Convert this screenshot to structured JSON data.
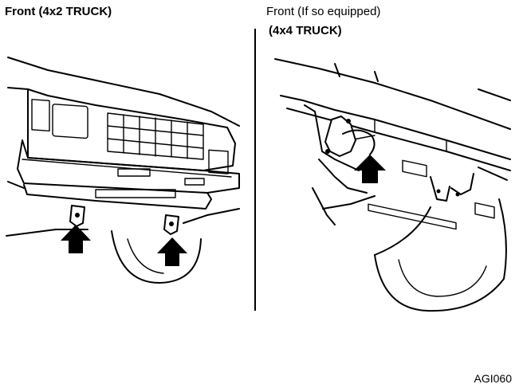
{
  "labels": {
    "left_title": "Front (4x2 TRUCK)",
    "right_title_line1": "Front (If so equipped)",
    "right_title_line2": "(4x4 TRUCK)",
    "reference_code": "AGI060"
  }
}
